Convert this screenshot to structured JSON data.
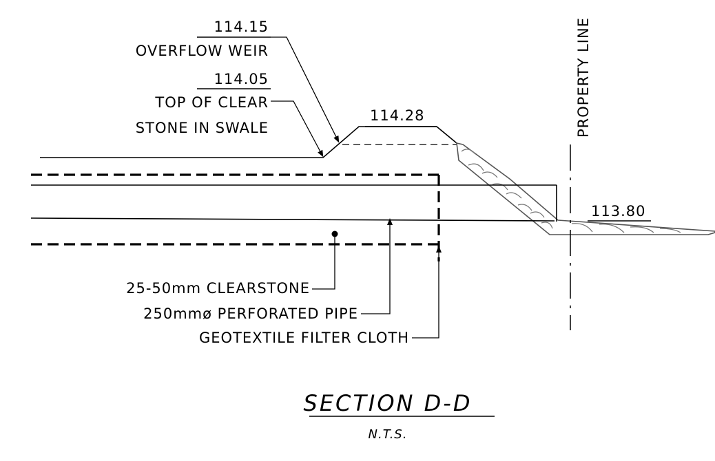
{
  "title": "SECTION D-D",
  "subtitle": "N.T.S.",
  "property_line": "PROPERTY LINE",
  "elevations": {
    "overflow_weir": {
      "value": "114.15",
      "label": "OVERFLOW WEIR"
    },
    "top_of_clearstone": {
      "value": "114.05",
      "line1": "TOP OF CLEAR",
      "line2": "STONE IN SWALE"
    },
    "berm_top": "114.28",
    "swale_bottom": "113.80"
  },
  "callouts": {
    "clearstone": "25-50mm CLEARSTONE",
    "pipe": "250mmø PERFORATED PIPE",
    "geotextile": "GEOTEXTILE FILTER CLOTH"
  },
  "colors": {
    "line": "#000000",
    "riprap": "#555555"
  }
}
